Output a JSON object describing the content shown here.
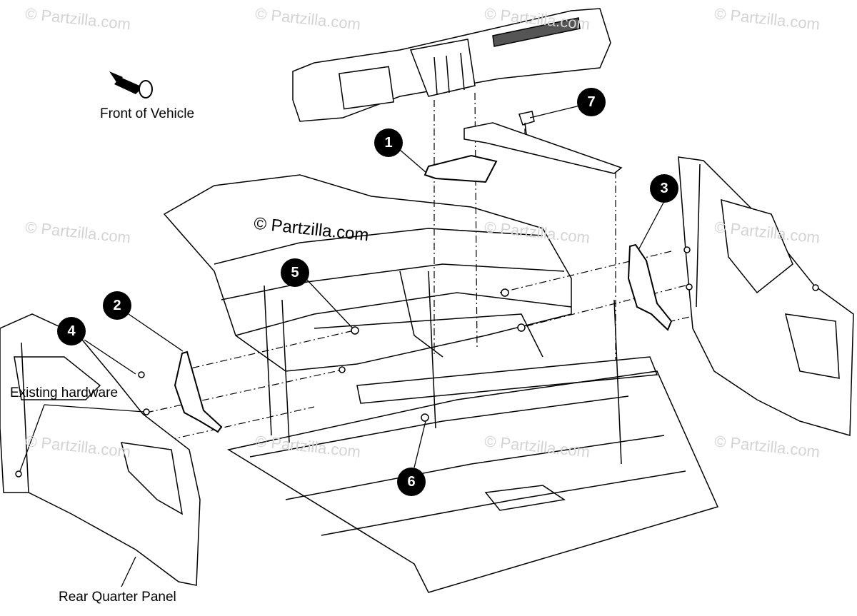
{
  "watermark": "© Partzilla.com",
  "labels": {
    "front": "Front of Vehicle",
    "existing": "Existing hardware",
    "rear_panel": "Rear Quarter Panel"
  },
  "callouts": [
    "1",
    "2",
    "3",
    "4",
    "5",
    "6",
    "7"
  ],
  "colors": {
    "line": "#000000",
    "watermark": "#d4d4d4",
    "callout_fill": "#000000",
    "callout_text": "#ffffff"
  }
}
